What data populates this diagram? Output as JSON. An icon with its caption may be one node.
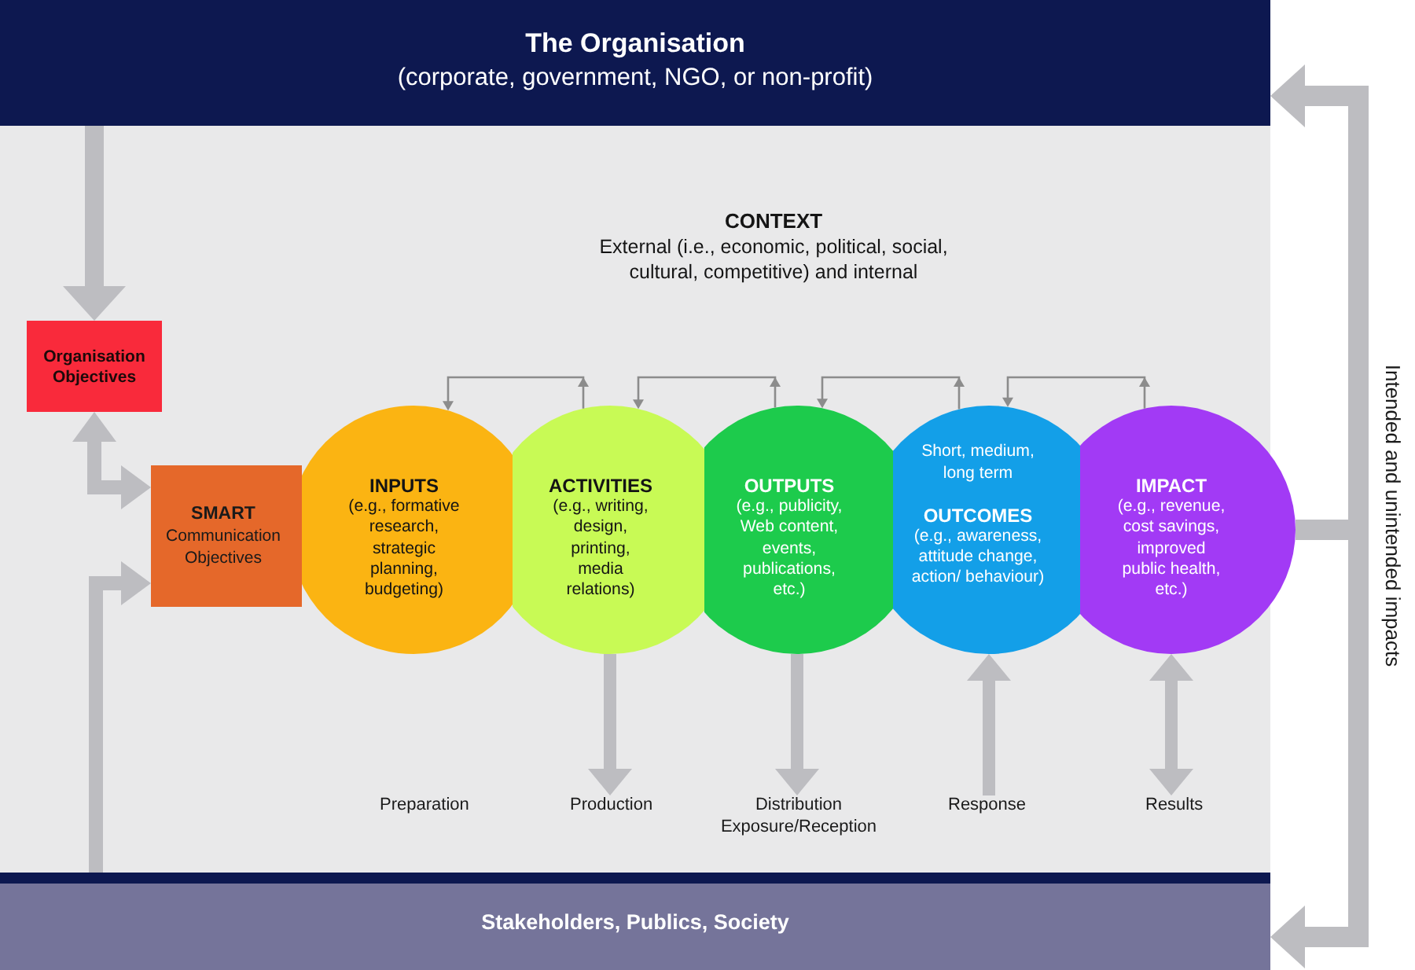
{
  "diagram": {
    "nodes": [
      {
        "text": [
          "The Organisation",
          "(corporate, government, NGO, or non-profit)"
        ]
      },
      {
        "text": [
          "CONTEXT",
          "External (i.e., economic, political, social, cultural, competitive) and internal"
        ]
      },
      {
        "text": [
          "Organisation Objectives"
        ],
        "in": 1
      },
      {
        "text": [
          "SMART",
          "Communication Objectives"
        ],
        "in": 1
      },
      {
        "text": [
          "INPUTS",
          "(e.g., formative research, strategic planning, budgeting)"
        ],
        "in": 1
      },
      {
        "text": [
          "ACTIVITIES",
          "(e.g., writing, design, printing, media relations)"
        ],
        "in": 1
      },
      {
        "text": [
          "OUTPUTS",
          "(e.g., publicity, Web content, events, publications, etc.)"
        ],
        "in": 1
      },
      {
        "text": [
          "Short, medium, long term",
          "OUTCOMES",
          "(e.g., awareness, attitude change, action/ behaviour)"
        ],
        "in": 1
      },
      {
        "text": [
          "IMPACT",
          "(e.g., revenue, cost savings, improved public health, etc.)"
        ]
      },
      {
        "text": [
          "Production"
        ],
        "in": 1
      },
      {
        "text": [
          "Distribution Exposure/Reception"
        ],
        "in": 1
      },
      {
        "text": [
          "Response"
        ],
        "in": 1
      },
      {
        "text": [
          "Results"
        ],
        "in": 1
      },
      {
        "text": [
          "Stakeholders, Publics, Society"
        ]
      }
    ],
    "edges": [
      {
        "from": 0,
        "to": 2,
        "arrow": "to"
      },
      {
        "from": 2,
        "to": 3,
        "arrow": "both"
      },
      {
        "from": 13,
        "to": 3,
        "arrow": "to"
      },
      {
        "from": 5,
        "to": 4,
        "arrow": "to",
        "color": "#8c8c8c"
      },
      {
        "from": 6,
        "to": 5,
        "arrow": "to",
        "color": "#8c8c8c"
      },
      {
        "from": 7,
        "to": 6,
        "arrow": "to",
        "color": "#8c8c8c"
      },
      {
        "from": 8,
        "to": 7,
        "arrow": "to",
        "color": "#8c8c8c"
      },
      {
        "from": 5,
        "to": 9,
        "arrow": "to"
      },
      {
        "from": 6,
        "to": 10,
        "arrow": "to"
      },
      {
        "from": 11,
        "to": 7,
        "arrow": "to"
      },
      {
        "from": 8,
        "to": 12,
        "arrow": "both"
      },
      {
        "from": 8,
        "to": 0,
        "arrow": "to"
      },
      {
        "from": 8,
        "to": 13,
        "arrow": "to"
      }
    ],
    "labels": [
      "Preparation",
      "Intended and unintended impacts"
    ]
  }
}
